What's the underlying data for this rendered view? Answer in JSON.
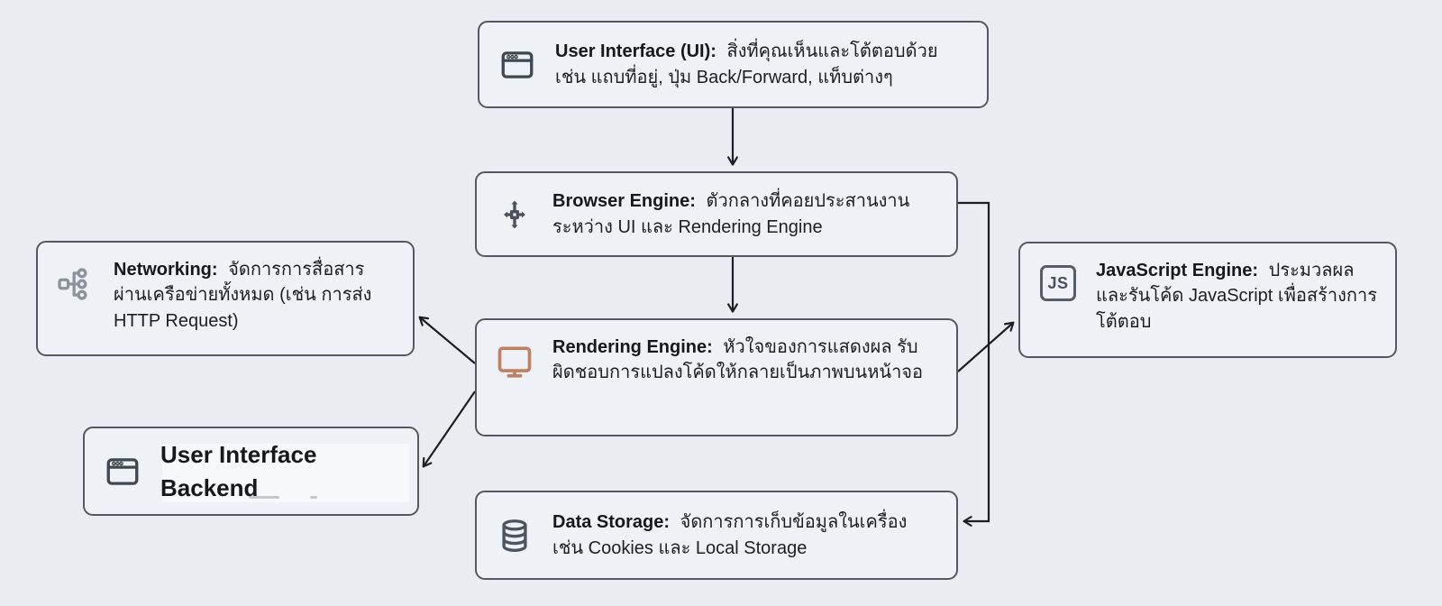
{
  "diagram": {
    "type": "flowchart",
    "subject": "Browser architecture components",
    "colors": {
      "background": "#e9edf2",
      "node_fill": "#eef1f5",
      "node_border": "#525962",
      "heading_text": "#15191e",
      "body_text": "#1a2026",
      "arrow": "#1a1f26",
      "monitor_icon_accent": "#bf8164",
      "dark_icon": "#3f4751",
      "network_icon_gray": "#8d939b"
    },
    "nodes": [
      {
        "id": "user-interface",
        "icon": "browser-window-icon",
        "title": "User Interface (UI):",
        "description": "สิ่งที่คุณเห็นและโต้ตอบด้วย เช่น แถบที่อยู่, ปุ่ม Back/Forward, แท็บต่างๆ"
      },
      {
        "id": "browser-engine",
        "icon": "move-arrows-icon",
        "title": "Browser Engine:",
        "description": "ตัวกลางที่คอยประสานงานระหว่าง UI และ Rendering Engine"
      },
      {
        "id": "networking",
        "icon": "network-tree-icon",
        "title": "Networking:",
        "description": "จัดการการสื่อสารผ่านเครือข่ายทั้งหมด (เช่น การส่ง HTTP Request)"
      },
      {
        "id": "javascript-engine",
        "icon": "js-badge-icon",
        "icon_label": "JS",
        "title": "JavaScript Engine:",
        "description": "ประมวลผลและรันโค้ด JavaScript เพื่อสร้างการโต้ตอบ"
      },
      {
        "id": "rendering-engine",
        "icon": "monitor-icon",
        "title": "Rendering Engine:",
        "description": "หัวใจของการแสดงผล รับผิดชอบการแปลงโค้ดให้กลายเป็นภาพบนหน้าจอ"
      },
      {
        "id": "ui-backend",
        "icon": "browser-window-icon",
        "title": "User Interface Backend",
        "description": ""
      },
      {
        "id": "data-storage",
        "icon": "database-icon",
        "title": "Data Storage:",
        "description": "จัดการการเก็บข้อมูลในเครื่อง เช่น Cookies และ Local Storage"
      }
    ],
    "connections": [
      {
        "from": "user-interface",
        "to": "browser-engine"
      },
      {
        "from": "browser-engine",
        "to": "rendering-engine"
      },
      {
        "from": "browser-engine",
        "to": "data-storage"
      },
      {
        "from": "rendering-engine",
        "to": "javascript-engine"
      },
      {
        "from": "rendering-engine",
        "to": "networking"
      },
      {
        "from": "rendering-engine",
        "to": "ui-backend"
      }
    ]
  }
}
